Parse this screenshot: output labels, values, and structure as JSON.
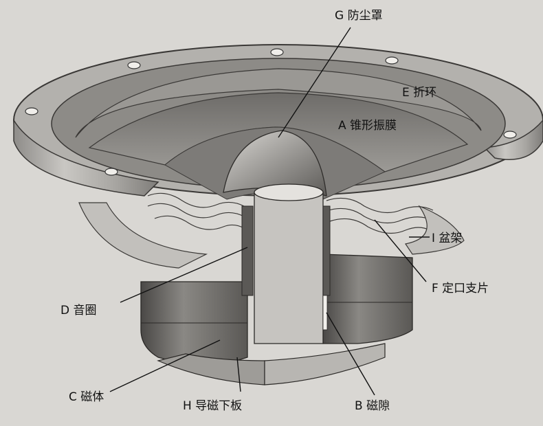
{
  "labels": {
    "dust_cap": "G 防尘罩",
    "surround": "E 折环",
    "cone": "A 锥形振膜",
    "frame": "I 盆架",
    "spider": "F 定口支片",
    "voice_coil": "D 音圈",
    "magnet": "C 磁体",
    "bottom_plate": "H 导磁下板",
    "gap": "B 磁隙"
  }
}
